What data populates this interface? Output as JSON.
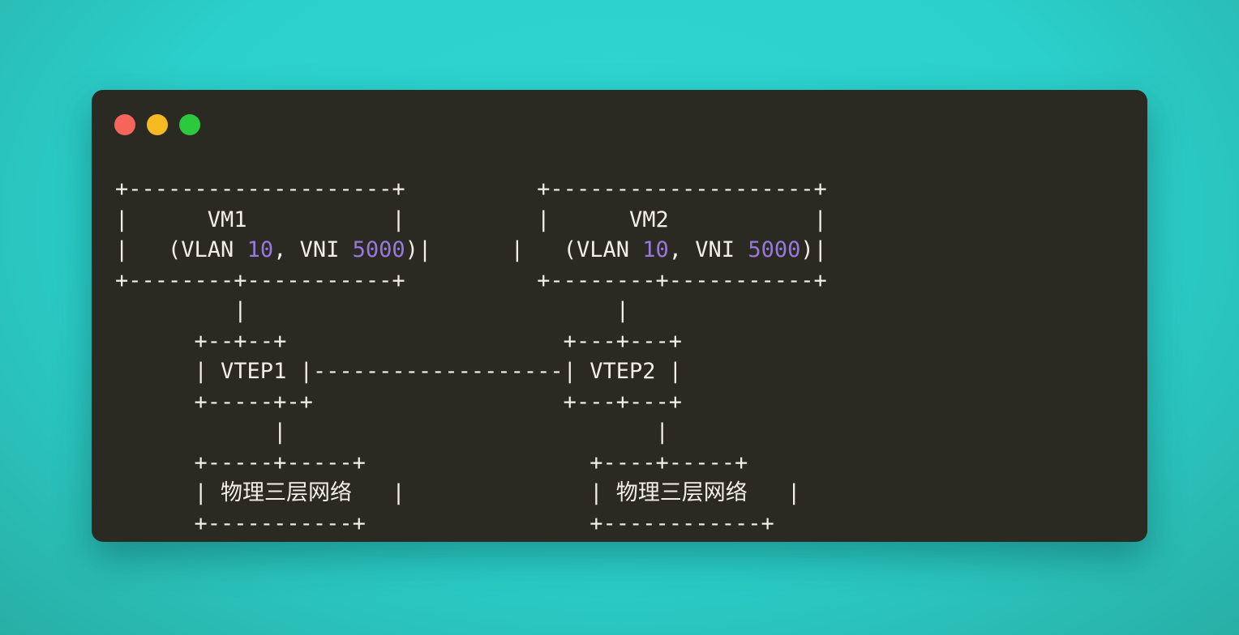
{
  "window": {
    "kind": "terminal-code-window"
  },
  "traffic_lights": {
    "close": "#f6655c",
    "minimize": "#f5b921",
    "zoom": "#2cc93f"
  },
  "colors": {
    "bg_center": "#2fd8d3",
    "bg_mid": "#2bd0cc",
    "bg_edge": "#28afa5",
    "window_bg": "#2b2a22",
    "text": "#f1efe6",
    "number": "#9878dc"
  },
  "diagram": {
    "description": "VXLAN topology ASCII diagram: VM1 and VM2 (VLAN 10, VNI 5000) attached to VTEP1 and VTEP2 over physical layer-3 networks",
    "labels": {
      "vm1": "VM1",
      "vm2": "VM2",
      "vlan": "VLAN 10",
      "vni": "VNI 5000",
      "vtep1": "VTEP1",
      "vtep2": "VTEP2",
      "physical_network": "物理三层网络"
    },
    "lines": [
      [
        {
          "t": "+--------------------+          +--------------------+",
          "c": "p"
        }
      ],
      [
        {
          "t": "|      VM1           |          |      VM2           |",
          "c": "p"
        }
      ],
      [
        {
          "t": "|   (VLAN ",
          "c": "p"
        },
        {
          "t": "10",
          "c": "n"
        },
        {
          "t": ", VNI ",
          "c": "p"
        },
        {
          "t": "5000",
          "c": "n"
        },
        {
          "t": ")|      |   (VLAN ",
          "c": "p"
        },
        {
          "t": "10",
          "c": "n"
        },
        {
          "t": ", VNI ",
          "c": "p"
        },
        {
          "t": "5000",
          "c": "n"
        },
        {
          "t": ")|",
          "c": "p"
        }
      ],
      [
        {
          "t": "+--------+-----------+          +--------+-----------+",
          "c": "p"
        }
      ],
      [
        {
          "t": "         |                            |",
          "c": "p"
        }
      ],
      [
        {
          "t": "      +--+--+                     +---+---+",
          "c": "p"
        }
      ],
      [
        {
          "t": "      | VTEP1 |-------------------| VTEP2 |",
          "c": "p"
        }
      ],
      [
        {
          "t": "      +-----+-+                   +---+---+",
          "c": "p"
        }
      ],
      [
        {
          "t": "            |                            |",
          "c": "p"
        }
      ],
      [
        {
          "t": "      +-----+-----+                 +----+-----+",
          "c": "p"
        }
      ],
      [
        {
          "t": "      | ",
          "c": "p"
        },
        {
          "t": "物理三层网络",
          "c": "k"
        },
        {
          "t": " |              | ",
          "c": "p"
        },
        {
          "t": "物理三层网络",
          "c": "k"
        },
        {
          "t": " |",
          "c": "p"
        }
      ],
      [
        {
          "t": "      +-----------+                 +------------+",
          "c": "p"
        }
      ]
    ]
  }
}
